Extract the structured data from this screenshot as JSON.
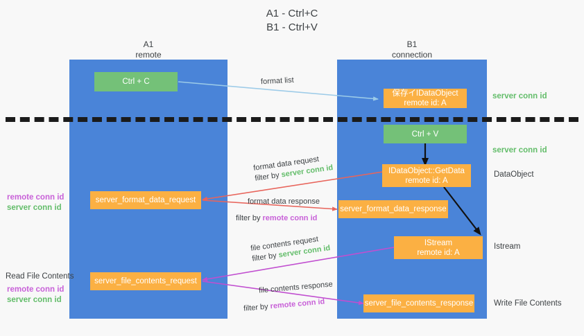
{
  "diagram": {
    "title_line1": "A1 - Ctrl+C",
    "title_line2": "B1 - Ctrl+V",
    "colors": {
      "lane": "#4a84d8",
      "green_box": "#74c178",
      "orange_box": "#fbb043",
      "server_conn": "#63bd6a",
      "remote_conn": "#c861d8",
      "divider": "#1b1b1b",
      "background": "#f8f8f8"
    }
  },
  "lanes": [
    {
      "id": "a1",
      "title": "A1",
      "subtitle": "remote"
    },
    {
      "id": "b1",
      "title": "B1",
      "subtitle": "connection"
    }
  ],
  "nodes": {
    "ctrl_c": {
      "label": "Ctrl + C"
    },
    "ctrl_v": {
      "label": "Ctrl + V"
    },
    "idataobject_store": {
      "line1": "保存イIDataObject",
      "line2": "remote id: A"
    },
    "idataobject_getdata": {
      "line1": "IDataObject::GetData",
      "line2": "remote id: A"
    },
    "istream": {
      "line1": "IStream",
      "line2": "remote id: A"
    },
    "server_format_data_request": {
      "label": "server_format_data_request"
    },
    "server_format_data_response": {
      "label": "server_format_data_response"
    },
    "server_file_contents_request": {
      "label": "server_file_contents_request"
    },
    "server_file_contents_response": {
      "label": "server_file_contents_response"
    }
  },
  "edges": {
    "format_list": {
      "label": "format list"
    },
    "format_data_request": {
      "line1": "format data request",
      "prefix": "filter by ",
      "key": "server conn id"
    },
    "format_data_response": {
      "line1": "format data response",
      "prefix": "filter by ",
      "key": "remote conn id"
    },
    "file_contents_request": {
      "line1": "file contents request",
      "prefix": "filter by ",
      "key": "server conn id"
    },
    "file_contents_response": {
      "line1": "file contents response",
      "prefix": "filter by ",
      "key": "remote conn id"
    }
  },
  "annotations": {
    "right_server_conn_top": "server conn id",
    "right_server_conn_mid": "server conn id",
    "right_dataobject": "DataObject",
    "right_istream": "Istream",
    "right_write_file_contents": "Write File Contents",
    "left_remote_conn_1": "remote conn id",
    "left_server_conn_1": "server conn id",
    "left_read_file_contents": "Read File Contents",
    "left_remote_conn_2": "remote conn id",
    "left_server_conn_2": "server conn id"
  }
}
